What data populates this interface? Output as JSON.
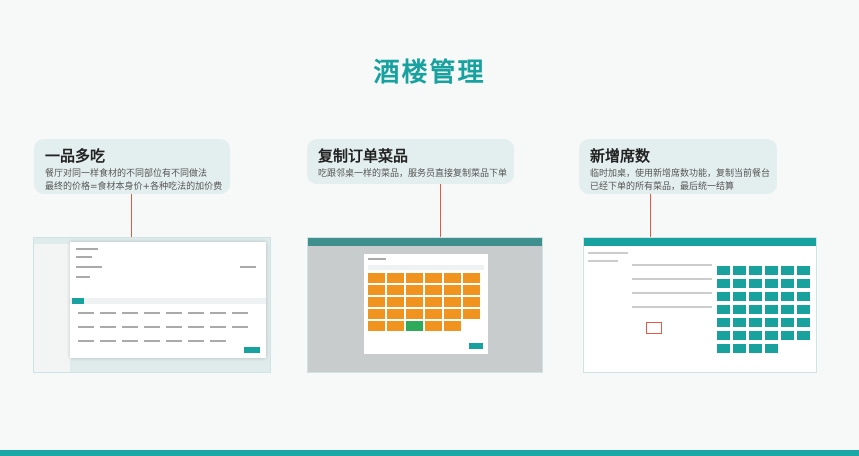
{
  "page": {
    "title": "酒楼管理"
  },
  "cards": [
    {
      "heading": "一品多吃",
      "lines": [
        "餐厅对同一样食材的不同部位有不同做法",
        "最终的价格=食材本身价+各种吃法的加价费"
      ]
    },
    {
      "heading": "复制订单菜品",
      "lines": [
        "吃跟邻桌一样的菜品，服务员直接复制菜品下单"
      ]
    },
    {
      "heading": "新增席数",
      "lines": [
        "临时加桌，使用新增席数功能，复制当前餐台",
        "已经下单的所有菜品，最后统一结算"
      ]
    }
  ],
  "colors": {
    "accent": "#17a2a0",
    "pointer": "#e05a45",
    "tile_orange": "#f0941f",
    "tile_green": "#2faa5b"
  }
}
